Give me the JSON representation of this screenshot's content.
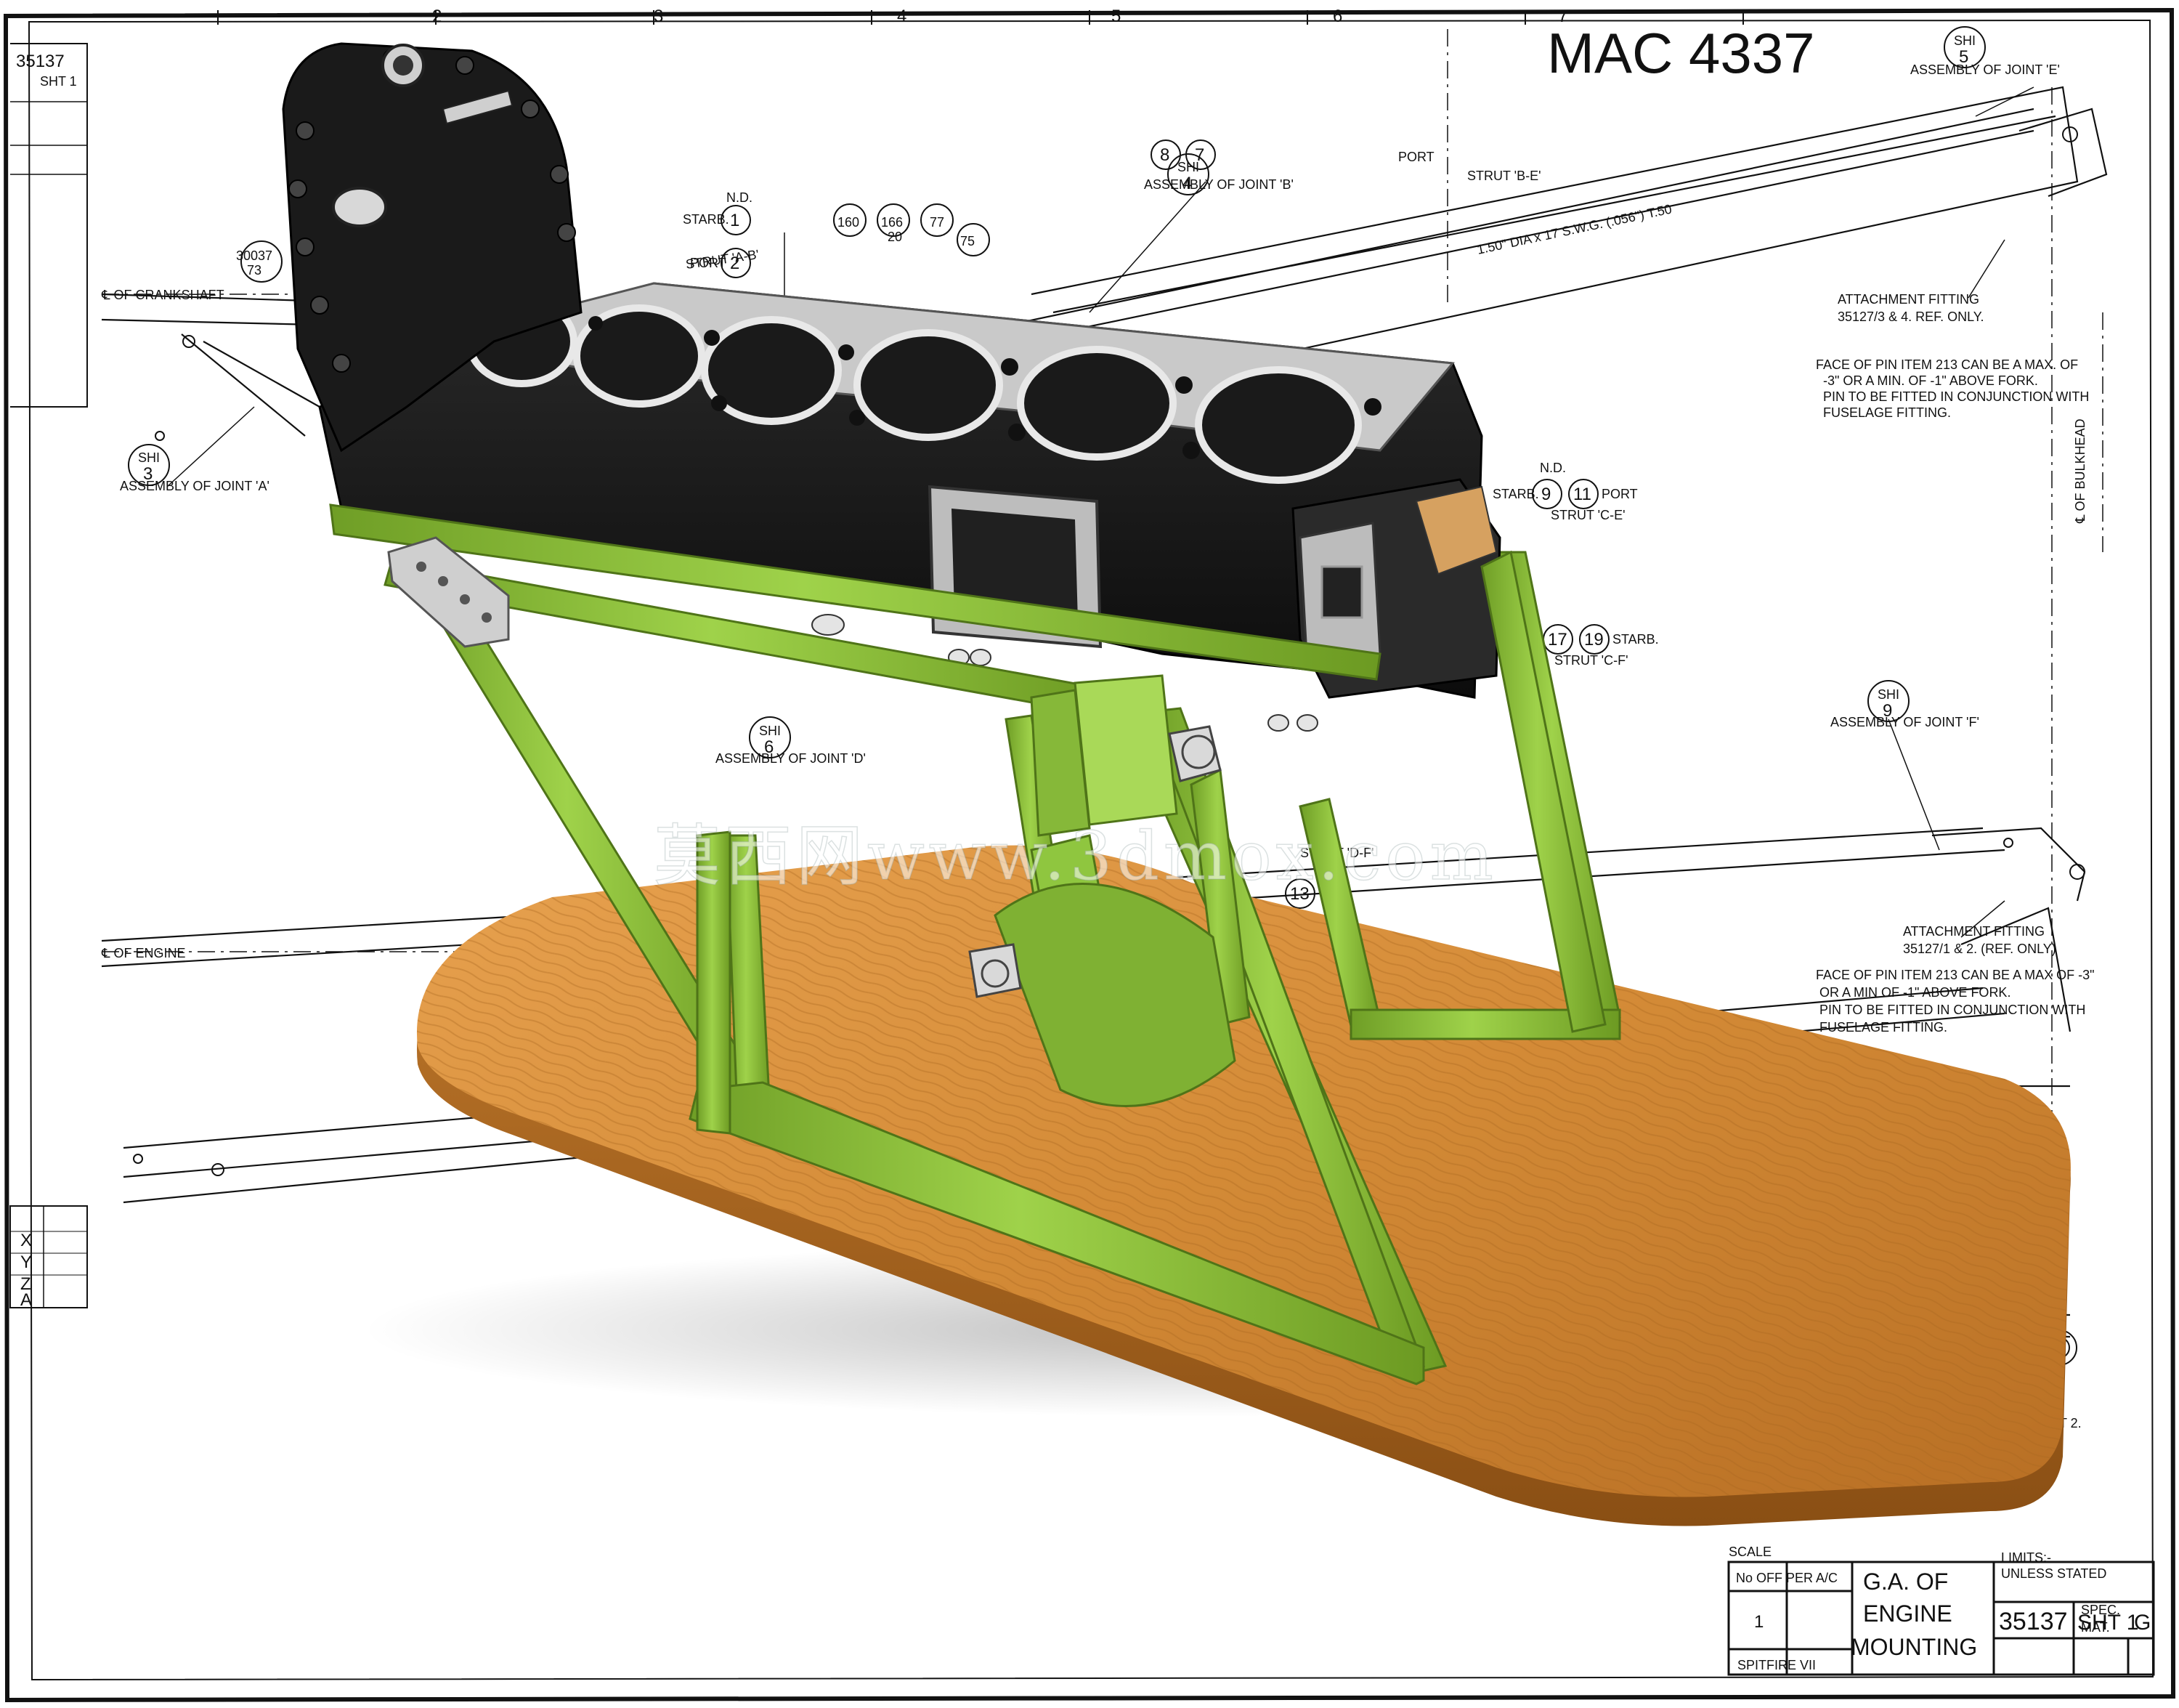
{
  "drawing": {
    "header_number": "MAC 4337",
    "ruler_numbers": [
      "2",
      "3",
      "4",
      "5",
      "6",
      "7"
    ],
    "sheet_ref": "35137",
    "sheet_label": "SHT 1",
    "callouts": {
      "strut_ab": "STRUT 'A-B'",
      "strut_be": "STRUT 'B-E'",
      "strut_ce": "STRUT 'C-E'",
      "strut_cf": "STRUT 'C-F'",
      "strut_df": "STRUT 'D-F'",
      "assembly_a": "ASSEMBLY OF JOINT 'A'",
      "assembly_b": "ASSEMBLY OF JOINT 'B'",
      "assembly_d": "ASSEMBLY OF JOINT 'D'",
      "assembly_e": "ASSEMBLY OF JOINT 'E'",
      "assembly_f": "ASSEMBLY OF JOINT 'F'",
      "crankshaft": "℄ OF CRANKSHAFT",
      "engine": "℄ OF ENGINE",
      "bulkhead": "℄ OF BULKHEAD",
      "tube_spec": "1.50\" DIA x 17 S.W.G. (.056\") T.50",
      "fitting_upper_1": "ATTACHMENT FITTING",
      "fitting_upper_2": "35127/3 & 4. REF. ONLY.",
      "fitting_lower_1": "ATTACHMENT FITTING",
      "fitting_lower_2": "35127/1 & 2. (REF. ONLY)",
      "note_upper_1": "FACE OF PIN ITEM 213 CAN BE A MAX. OF",
      "note_upper_2": "-3\" OR A MIN. OF -1\" ABOVE FORK.",
      "note_upper_3": "PIN TO BE FITTED IN CONJUNCTION WITH",
      "note_upper_4": "FUSELAGE FITTING.",
      "note_lower_1": "FACE OF PIN ITEM 213 CAN BE A MAX OF -3\"",
      "note_lower_2": "OR A MIN OF -1\" ABOVE FORK.",
      "note_lower_3": "PIN TO BE FITTED IN CONJUNCTION WITH",
      "note_lower_4": "FUSELAGE FITTING.",
      "port": "PORT",
      "starb": "STARB.",
      "nd": "N.D."
    },
    "bubbles": [
      "1",
      "2",
      "7",
      "8",
      "9",
      "11",
      "17",
      "19",
      "13"
    ],
    "part_refs": [
      "30037",
      "73",
      "160",
      "166",
      "77",
      "75",
      "20"
    ],
    "sht_bubbles": [
      {
        "top": "SHI",
        "num": "3"
      },
      {
        "top": "SHI",
        "num": "4"
      },
      {
        "top": "SHI",
        "num": "5"
      },
      {
        "top": "SHI",
        "num": "6"
      },
      {
        "top": "SHI",
        "num": "9"
      }
    ],
    "title_block": {
      "title_line1": "G.A. OF",
      "title_line2": "ENGINE",
      "title_line3": "MOUNTING",
      "drawing_no": "35137",
      "sheet": "SHT 1",
      "sheet_suffix": "G",
      "qty": "1",
      "type": "SPITFIRE VII",
      "limits_line1": "LIMITS:-",
      "limits_line2": "UNLESS STATED",
      "spec": "SPEC.",
      "mat": "MAT.",
      "scale_label": "SCALE",
      "no_off": "No OFF PER A/C"
    },
    "revision_letters": [
      "X",
      "Y",
      "Z",
      "A"
    ],
    "sht2_label": "SHT 2."
  },
  "watermark": "莫西网www.3dmox.com",
  "colors": {
    "frame_green": "#8ec63f",
    "block_black": "#151515",
    "metal": "#d6d6d6",
    "wood": "#d98e3a"
  }
}
